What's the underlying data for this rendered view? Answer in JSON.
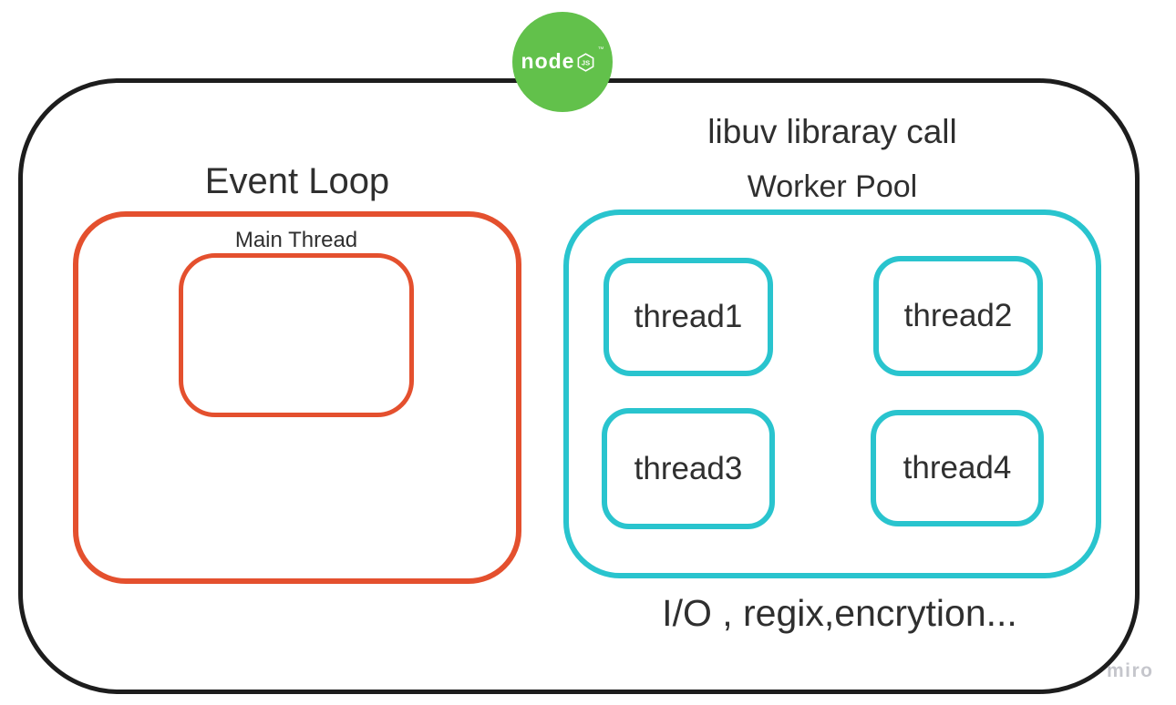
{
  "colors": {
    "outline": "#1d1d1d",
    "event_loop": "#e4502e",
    "worker_pool": "#29c4ce",
    "node_green": "#62c14b",
    "text": "#2f2f2f",
    "watermark": "#c5c6cc"
  },
  "node_badge": {
    "word": "node",
    "hex_label": "JS",
    "trademark": "™"
  },
  "event_loop": {
    "title": "Event Loop",
    "main_thread_label": "Main Thread"
  },
  "worker_pool": {
    "heading": "libuv libraray call",
    "title": "Worker Pool",
    "threads": [
      "thread1",
      "thread2",
      "thread3",
      "thread4"
    ],
    "caption": "I/O , regix,encrytion..."
  },
  "watermark": "miro"
}
